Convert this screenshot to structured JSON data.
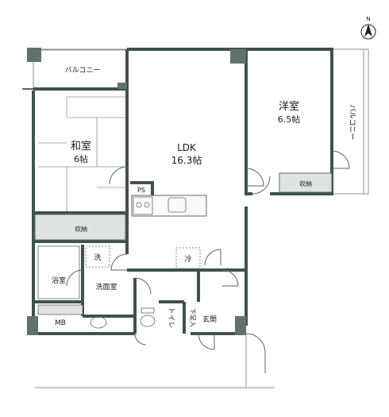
{
  "rooms": {
    "balcony_top": "バルコニー",
    "balcony_right": "バルコニー",
    "washitsu_name": "和室",
    "washitsu_size": "6帖",
    "ldk_name": "LDK",
    "ldk_size": "16.3帖",
    "youshitsu_name": "洋室",
    "youshitsu_size": "6.5帖",
    "ps": "PS",
    "storage_left": "収納",
    "storage_right": "収納",
    "wash_mark": "洗",
    "fridge_mark": "冷",
    "bath": "浴室",
    "washroom": "洗面室",
    "mb": "MB",
    "toilet": "トイレ",
    "shoe_box": "下足入",
    "entrance": "玄関"
  },
  "compass": {
    "north": "N"
  },
  "colors": {
    "wall": "#3f5347",
    "accent": "#5f7466",
    "tatami_line": "#8a968e"
  }
}
